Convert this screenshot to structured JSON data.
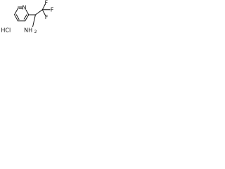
{
  "molecule": {
    "salt_label": "HCl",
    "ring_heteroatom_label": "N",
    "fluorine_labels": [
      "F",
      "F",
      "F"
    ],
    "amine_label": "NH",
    "amine_subscript": "2"
  },
  "colors": {
    "bond": "#111111",
    "text": "#111111",
    "background": "#ffffff"
  }
}
